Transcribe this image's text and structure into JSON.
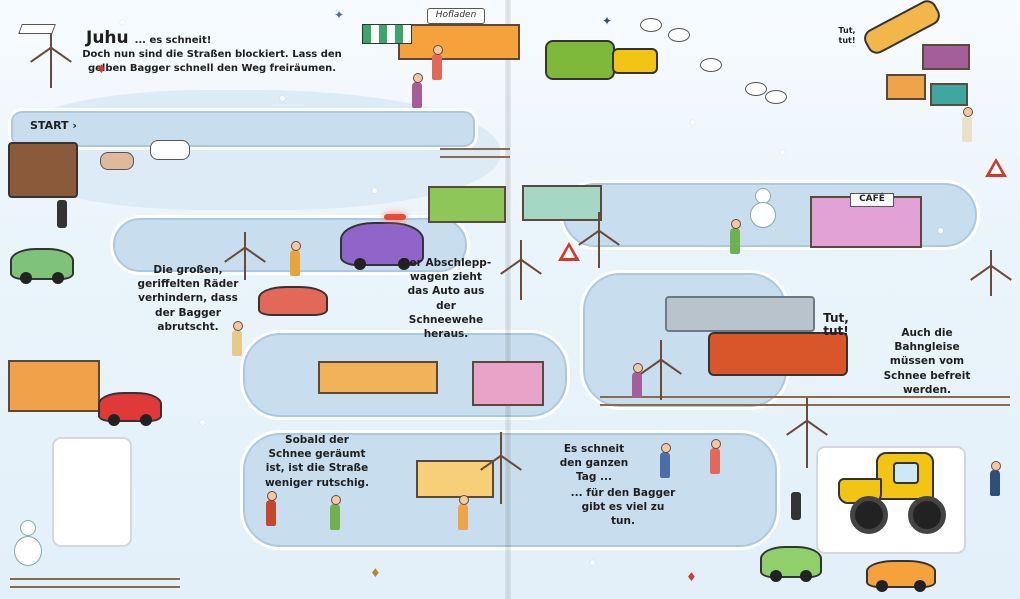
{
  "page": {
    "title_main": "Juhu",
    "title_small": "... es schneit!",
    "intro_text": "Doch nun sind die Straßen blockiert. Lass den gelben Bagger schnell den Weg freiräumen.",
    "start_label": "START",
    "start_arrow": "›"
  },
  "shop": {
    "sign": "Hofladen"
  },
  "cafe": {
    "sign": "CAFÉ"
  },
  "captions": {
    "wheels": "Die großen, geriffelten Räder verhindern, dass der Bagger abrutscht.",
    "tow_truck": "Der Abschlepp-wagen zieht das Auto aus der Schneewehe heraus.",
    "less_slippery": "Sobald der Schnee geräumt ist, ist die Straße weniger rutschig.",
    "snowing_all_day": "Es schneit den ganzen Tag ...",
    "much_to_do": "... für den Bagger gibt es viel zu tun.",
    "rails": "Auch die Bahngleise müssen vom Schnee befreit werden."
  },
  "sounds": {
    "train_top": "Tut, tut!",
    "plow_train": "Tut, tut!"
  },
  "colors": {
    "snow": "#eaf4fb",
    "road": "#c8deee",
    "digger": "#f2c413",
    "train": "#d8562a"
  }
}
